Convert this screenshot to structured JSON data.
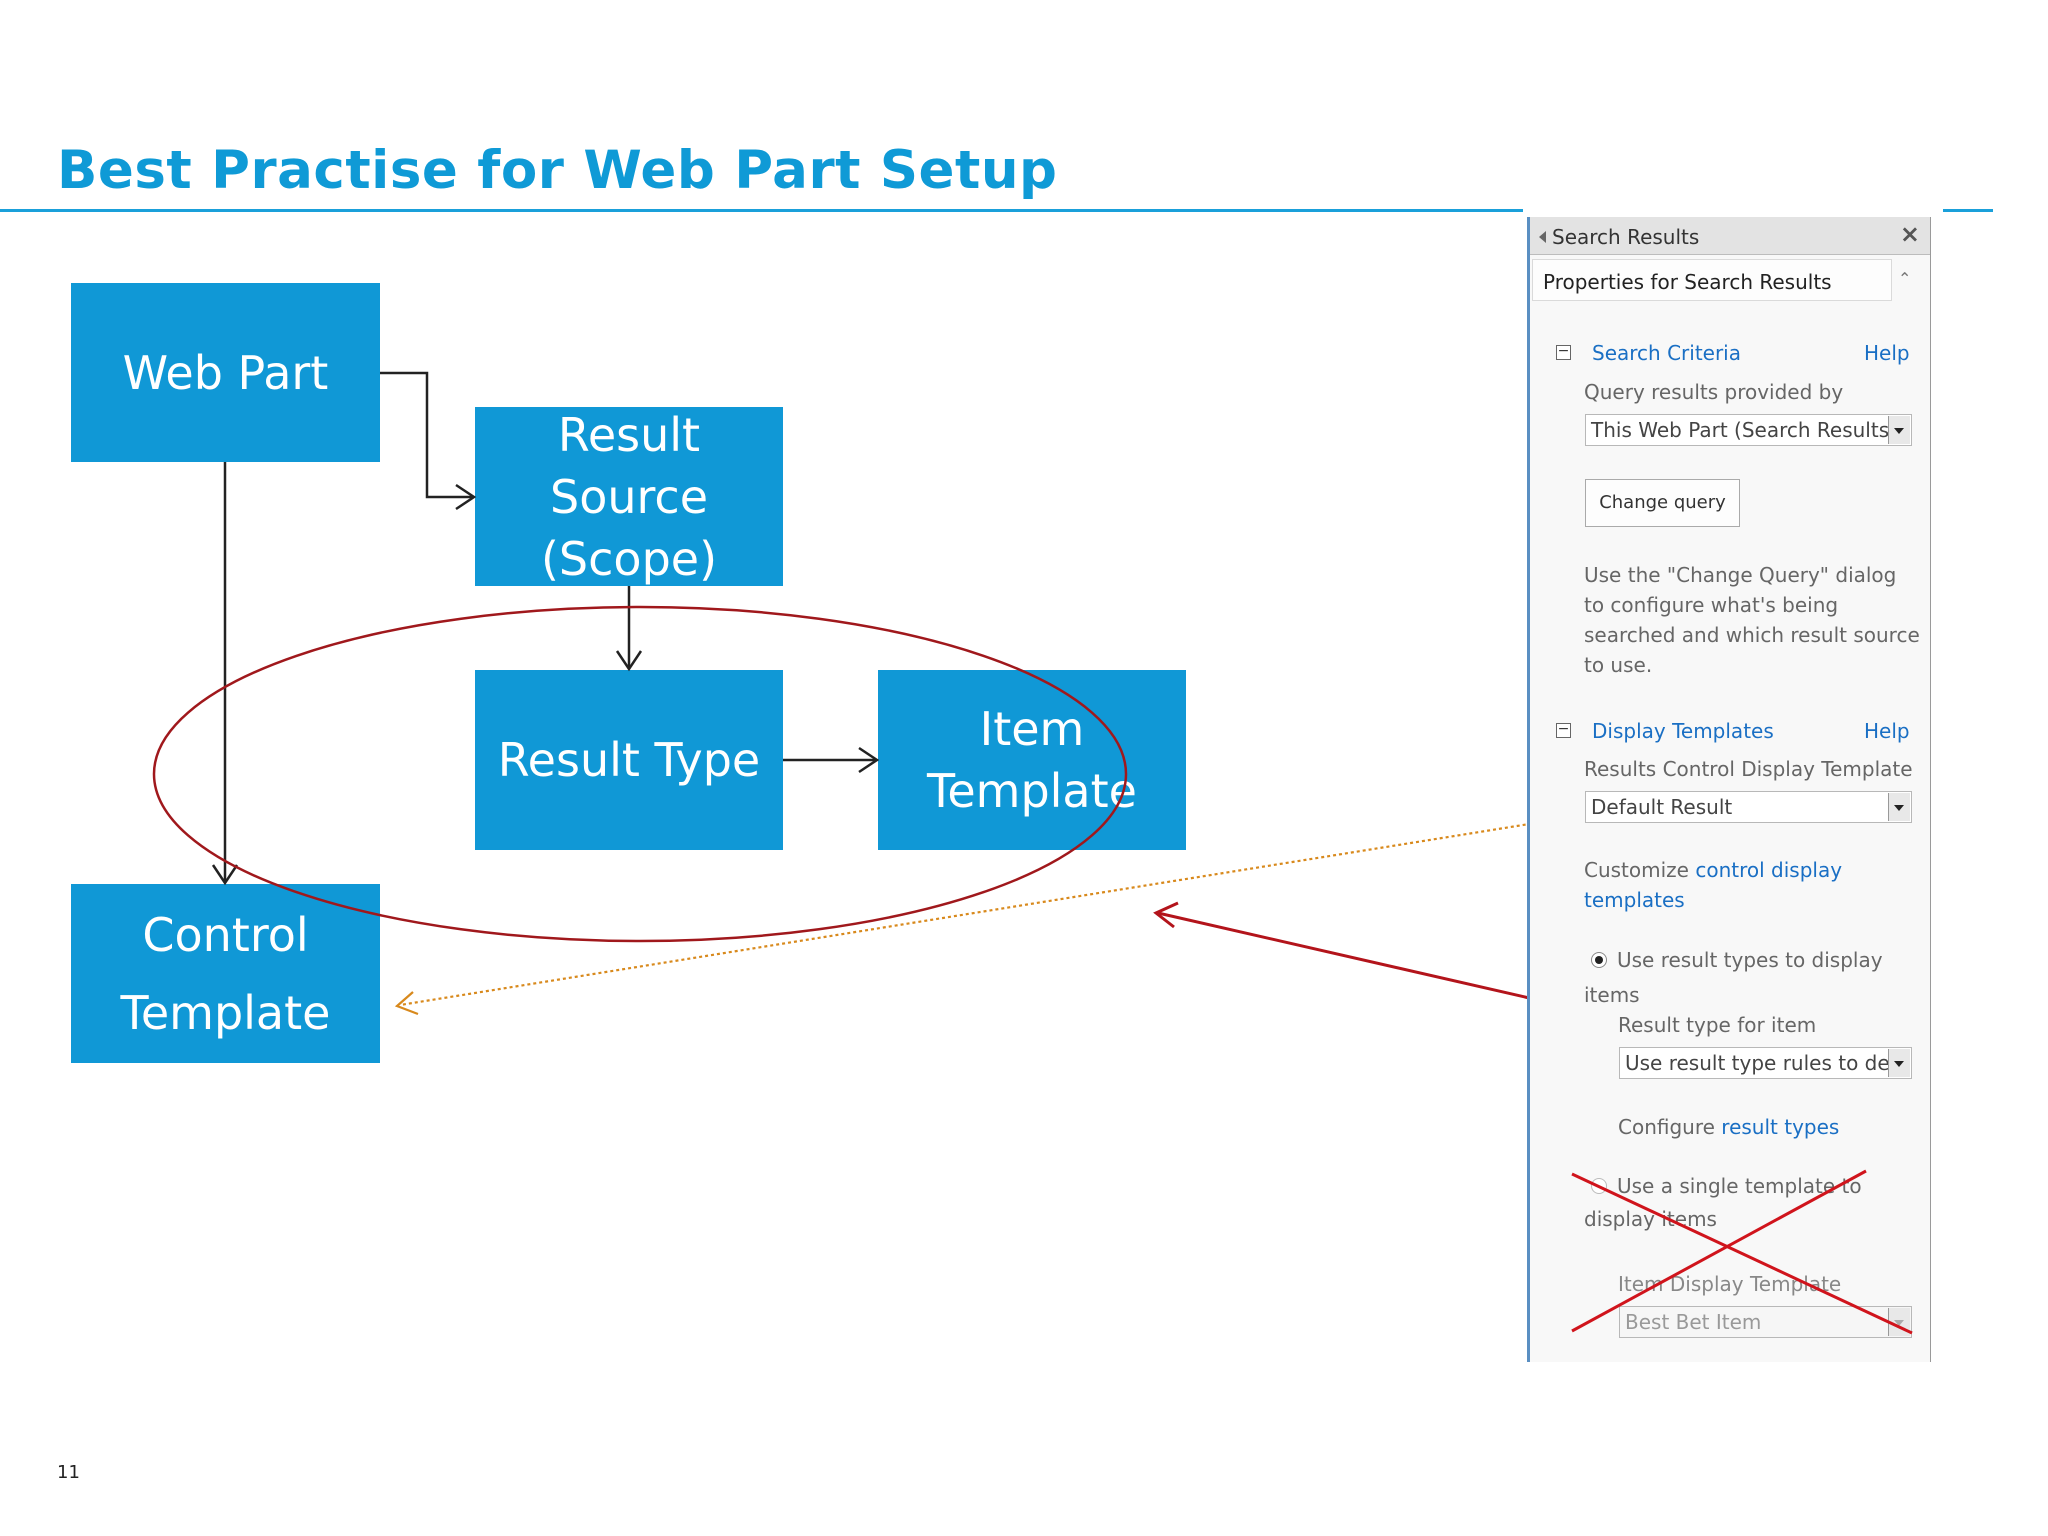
{
  "slide": {
    "title": "Best Practise for Web Part Setup",
    "page_number": "11"
  },
  "diagram": {
    "nodes": {
      "web_part": "Web Part",
      "result_source": "Result\nSource\n(Scope)",
      "result_type": "Result Type",
      "item_template": "Item\nTemplate",
      "control_template": "Control\nTemplate"
    },
    "colors": {
      "box": "#1098d6",
      "ellipse": "#a0181c",
      "dotted_arrow": "#d8891c",
      "solid_red_arrow": "#b3141b"
    }
  },
  "panel": {
    "header_title": "Search Results",
    "close_icon": "close-icon",
    "subheader_title": "Properties for Search Results",
    "search_criteria": {
      "section_title": "Search Criteria",
      "help": "Help",
      "query_label": "Query results provided by",
      "query_value": "This Web Part (Search Results",
      "change_query_button": "Change query",
      "description": [
        "Use the \"Change Query\" dialog",
        "to configure what's being",
        "searched and which result source",
        "to use."
      ]
    },
    "display_templates": {
      "section_title": "Display Templates",
      "help": "Help",
      "results_control_label": "Results Control Display Template",
      "results_control_value": "Default Result",
      "customize_prefix": "Customize ",
      "customize_link_1": "control display",
      "customize_link_2": "templates",
      "radio_result_types_1": "Use result types to display",
      "radio_result_types_2": "items",
      "result_type_label": "Result type for item",
      "result_type_value": "Use result type rules to de",
      "configure_prefix": "Configure ",
      "configure_link": "result types",
      "radio_single_1": "Use a single template to",
      "radio_single_2": "display items",
      "item_display_label": "Item Display Template",
      "item_display_value": "Best Bet Item"
    }
  }
}
